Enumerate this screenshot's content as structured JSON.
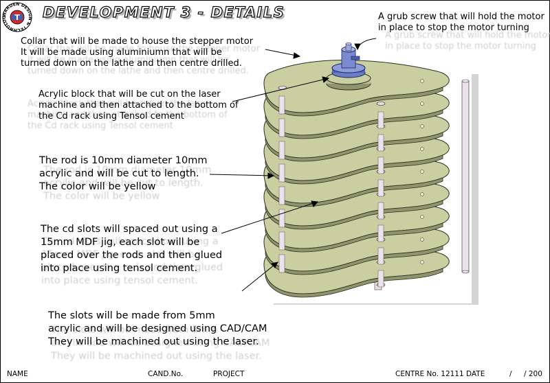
{
  "title": "DEVELOPMENT 3 - DETAILS",
  "logo": {
    "ring_text": "WARDEN DESIGN & TECHNOLOGY",
    "center_text": "T"
  },
  "notes": {
    "collar": [
      "Collar that will be made to  house the stepper motor",
      "It will be made using aluminiumn that will be",
      "turned down on the lathe and then centre drilled."
    ],
    "grub": [
      "A grub screw that will hold the motor",
      "in place to stop the motor turning"
    ],
    "acrylic_block": [
      "Acrylic block that will be cut on the laser",
      "machine and then attached to the bottom of",
      "the Cd rack using Tensol cement"
    ],
    "rod": [
      "The rod is 10mm diameter 10mm",
      "acrylic and will be cut to length.",
      "The color will be yellow"
    ],
    "cd_slots": [
      "The cd slots will spaced out using a",
      "15mm MDF jig, each slot will be",
      "placed over the rods and then glued",
      "into place using tensol cement."
    ],
    "slots_material": [
      "The slots will be made from 5mm",
      "acrylic and will be designed using CAD/CAM",
      "They will be machined out using the laser."
    ]
  },
  "footer": {
    "name": "NAME",
    "cand": "CAND.No.",
    "project": "PROJECT",
    "centre": "CENTRE No. 12111  DATE",
    "sep": "/",
    "page": "/ 200"
  },
  "colors": {
    "slot_fill": "#c9cfa0",
    "slot_edge": "#2a2e1e",
    "rod": "#ece2ec",
    "shadow": "#d4d4d4"
  }
}
